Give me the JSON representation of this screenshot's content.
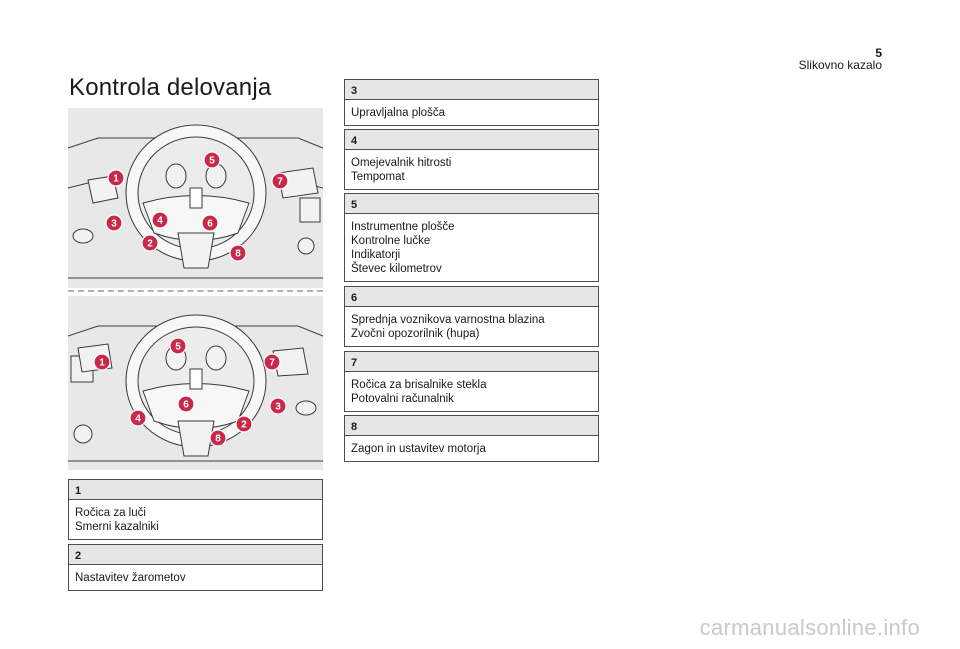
{
  "header": {
    "page_number": "5",
    "section": "Slikovno kazalo"
  },
  "title": "Kontrola delovanja",
  "items": [
    {
      "number": "1",
      "lines": [
        "Ročica za luči",
        "Smerni kazalniki"
      ]
    },
    {
      "number": "2",
      "lines": [
        "Nastavitev žarometov"
      ]
    },
    {
      "number": "3",
      "lines": [
        "Upravljalna plošča"
      ]
    },
    {
      "number": "4",
      "lines": [
        "Omejevalnik hitrosti",
        "Tempomat"
      ]
    },
    {
      "number": "5",
      "lines": [
        "Instrumentne plošče",
        "Kontrolne lučke",
        "Indikatorji",
        "Števec kilometrov"
      ]
    },
    {
      "number": "6",
      "lines": [
        "Sprednja voznikova varnostna blazina",
        "Zvočni opozorilnik (hupa)"
      ]
    },
    {
      "number": "7",
      "lines": [
        "Ročica za brisalnike stekla",
        "Potovalni računalnik"
      ]
    },
    {
      "number": "8",
      "lines": [
        "Zagon in ustavitev motorja"
      ]
    }
  ],
  "figure_top": {
    "markers": [
      "1",
      "2",
      "3",
      "4",
      "5",
      "6",
      "7",
      "8"
    ]
  },
  "figure_bottom": {
    "markers": [
      "1",
      "2",
      "3",
      "4",
      "5",
      "6",
      "7",
      "8"
    ]
  },
  "colors": {
    "marker": "#c8284a",
    "header_fill": "#e6e6e6",
    "line_art": "#3a3a3a"
  },
  "watermark": "carmanualsonline.info"
}
